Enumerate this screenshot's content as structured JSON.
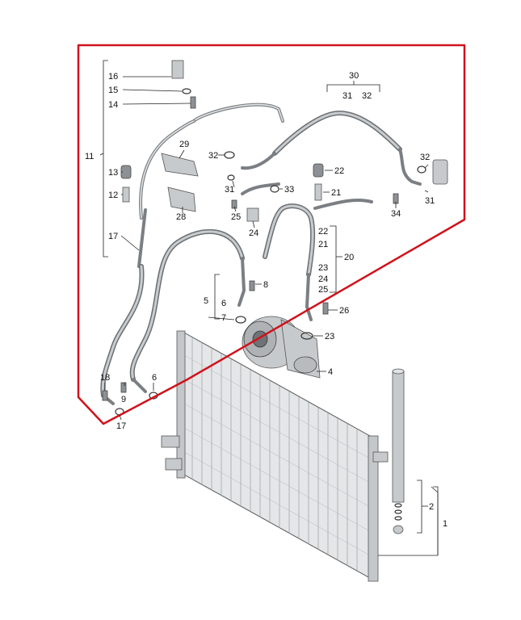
{
  "highlight_color": "#d0121b",
  "labels": {
    "n16": "16",
    "n15": "15",
    "n14": "14",
    "n11": "11",
    "n13": "13",
    "n12": "12",
    "n17a": "17",
    "n29": "29",
    "n32a": "32",
    "n31a": "31",
    "n28": "28",
    "n25": "25",
    "n33": "33",
    "n24": "24",
    "n30": "30",
    "n31b": "31",
    "n32b": "32",
    "n22a": "22",
    "n21a": "21",
    "n32c": "32",
    "n31c": "31",
    "n34": "34",
    "n22b": "22",
    "n21b": "21",
    "n23a": "23",
    "n24b": "24",
    "n25b": "25",
    "n20": "20",
    "n8": "8",
    "n5": "5",
    "n6a": "6",
    "n7": "7",
    "n26": "26",
    "n23b": "23",
    "n4": "4",
    "n18": "18",
    "n9": "9",
    "n6b": "6",
    "n17b": "17",
    "n2": "2",
    "n1": "1"
  }
}
